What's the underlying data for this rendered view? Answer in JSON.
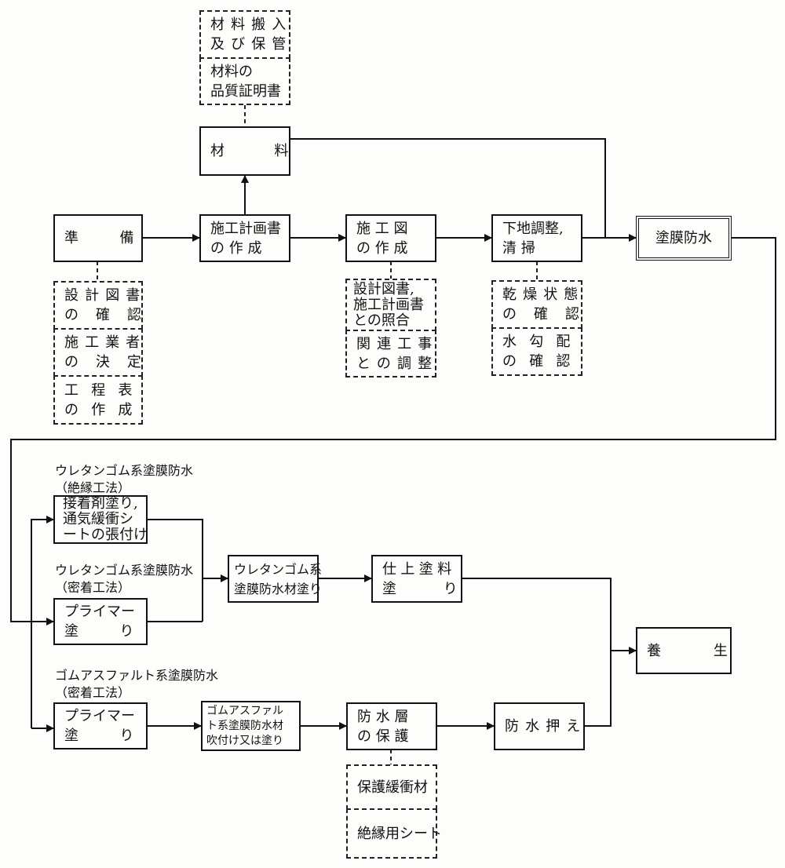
{
  "nodes": {
    "material_delivery": "材料搬入\n及び保管",
    "material_cert": "材料の\n品質証明書",
    "material": "材 料",
    "prep": "準 備",
    "plan": "施工計画書\nの 作 成",
    "drawing": "施 工 図\nの 作 成",
    "substrate": "下地調整,\n清 掃",
    "coating": "塗膜防水",
    "check_design": "設計図書\nの 確 認",
    "decide_contractor": "施工業者\nの 決 定",
    "schedule": "工程表\nの作成",
    "collate": "設計図書,\n施工計画書\nとの照合",
    "coordination": "関連工事\nとの調整",
    "dryness": "乾燥状態\nの 確 認",
    "slope": "水勾配\nの確認",
    "adhesive": "接着剤塗り,\n通気緩衝シ\nートの張付け",
    "primer1": "プライマー\n塗 り",
    "urethane_apply": "ウレタンゴム系\n塗膜防水材塗り",
    "finish": "仕上塗料\n塗 り",
    "curing": "養 生",
    "primer2": "プライマー\n塗 り",
    "rubber_apply": "ゴムアスファル\nト系塗膜防水材\n吹付け又は塗り",
    "protect": "防 水 層\nの 保 護",
    "press": "防水押え",
    "buffer": "保護緩衝材",
    "insulating_sheet": "絶縁用シート"
  },
  "labels": {
    "urethane_insulated": "ウレタンゴム系塗膜防水\n（絶縁工法）",
    "urethane_bonded": "ウレタンゴム系塗膜防水\n（密着工法）",
    "rubber_bonded": "ゴムアスファルト系塗膜防水\n（密着工法）"
  }
}
